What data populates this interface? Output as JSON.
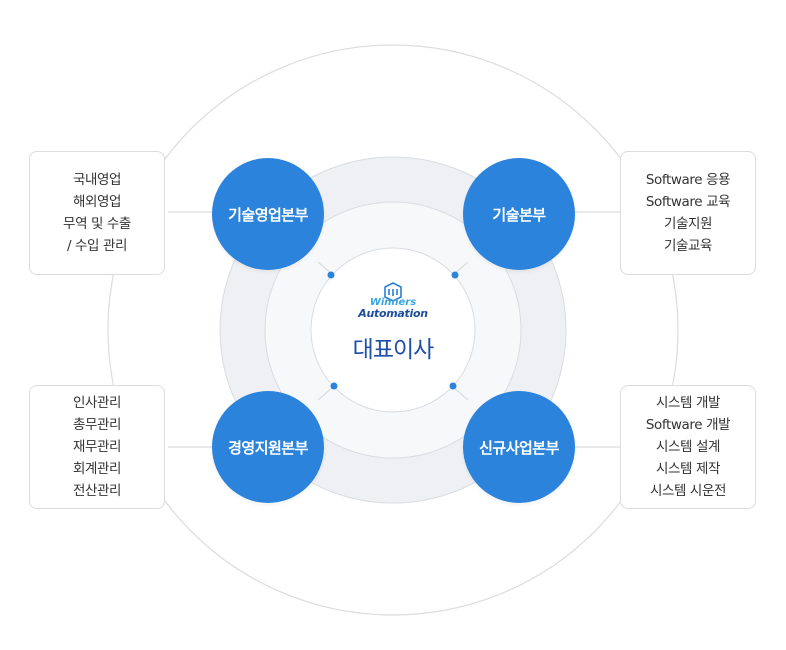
{
  "center": {
    "logo_line1": "Winners",
    "logo_line2": "Automation",
    "title": "대표이사"
  },
  "divisions": [
    {
      "name": "기술영업본부",
      "items": [
        "국내영업",
        "해외영업",
        "무역 및 수출",
        "/ 수입 관리"
      ]
    },
    {
      "name": "기술본부",
      "items": [
        "Software 응용",
        "Software 교육",
        "기술지원",
        "기술교육"
      ]
    },
    {
      "name": "경영지원본부",
      "items": [
        "인사관리",
        "총무관리",
        "재무관리",
        "회계관리",
        "전산관리"
      ]
    },
    {
      "name": "신규사업본부",
      "items": [
        "시스템 개발",
        "Software 개발",
        "시스템 설계",
        "시스템 제작",
        "시스템 시운전"
      ]
    }
  ],
  "colors": {
    "node": "#2b83db",
    "dot": "#2b83db",
    "ring_fill": "#eef0f3",
    "ring_stroke": "#d9dce1",
    "outer_stroke": "#dcdcdc"
  }
}
